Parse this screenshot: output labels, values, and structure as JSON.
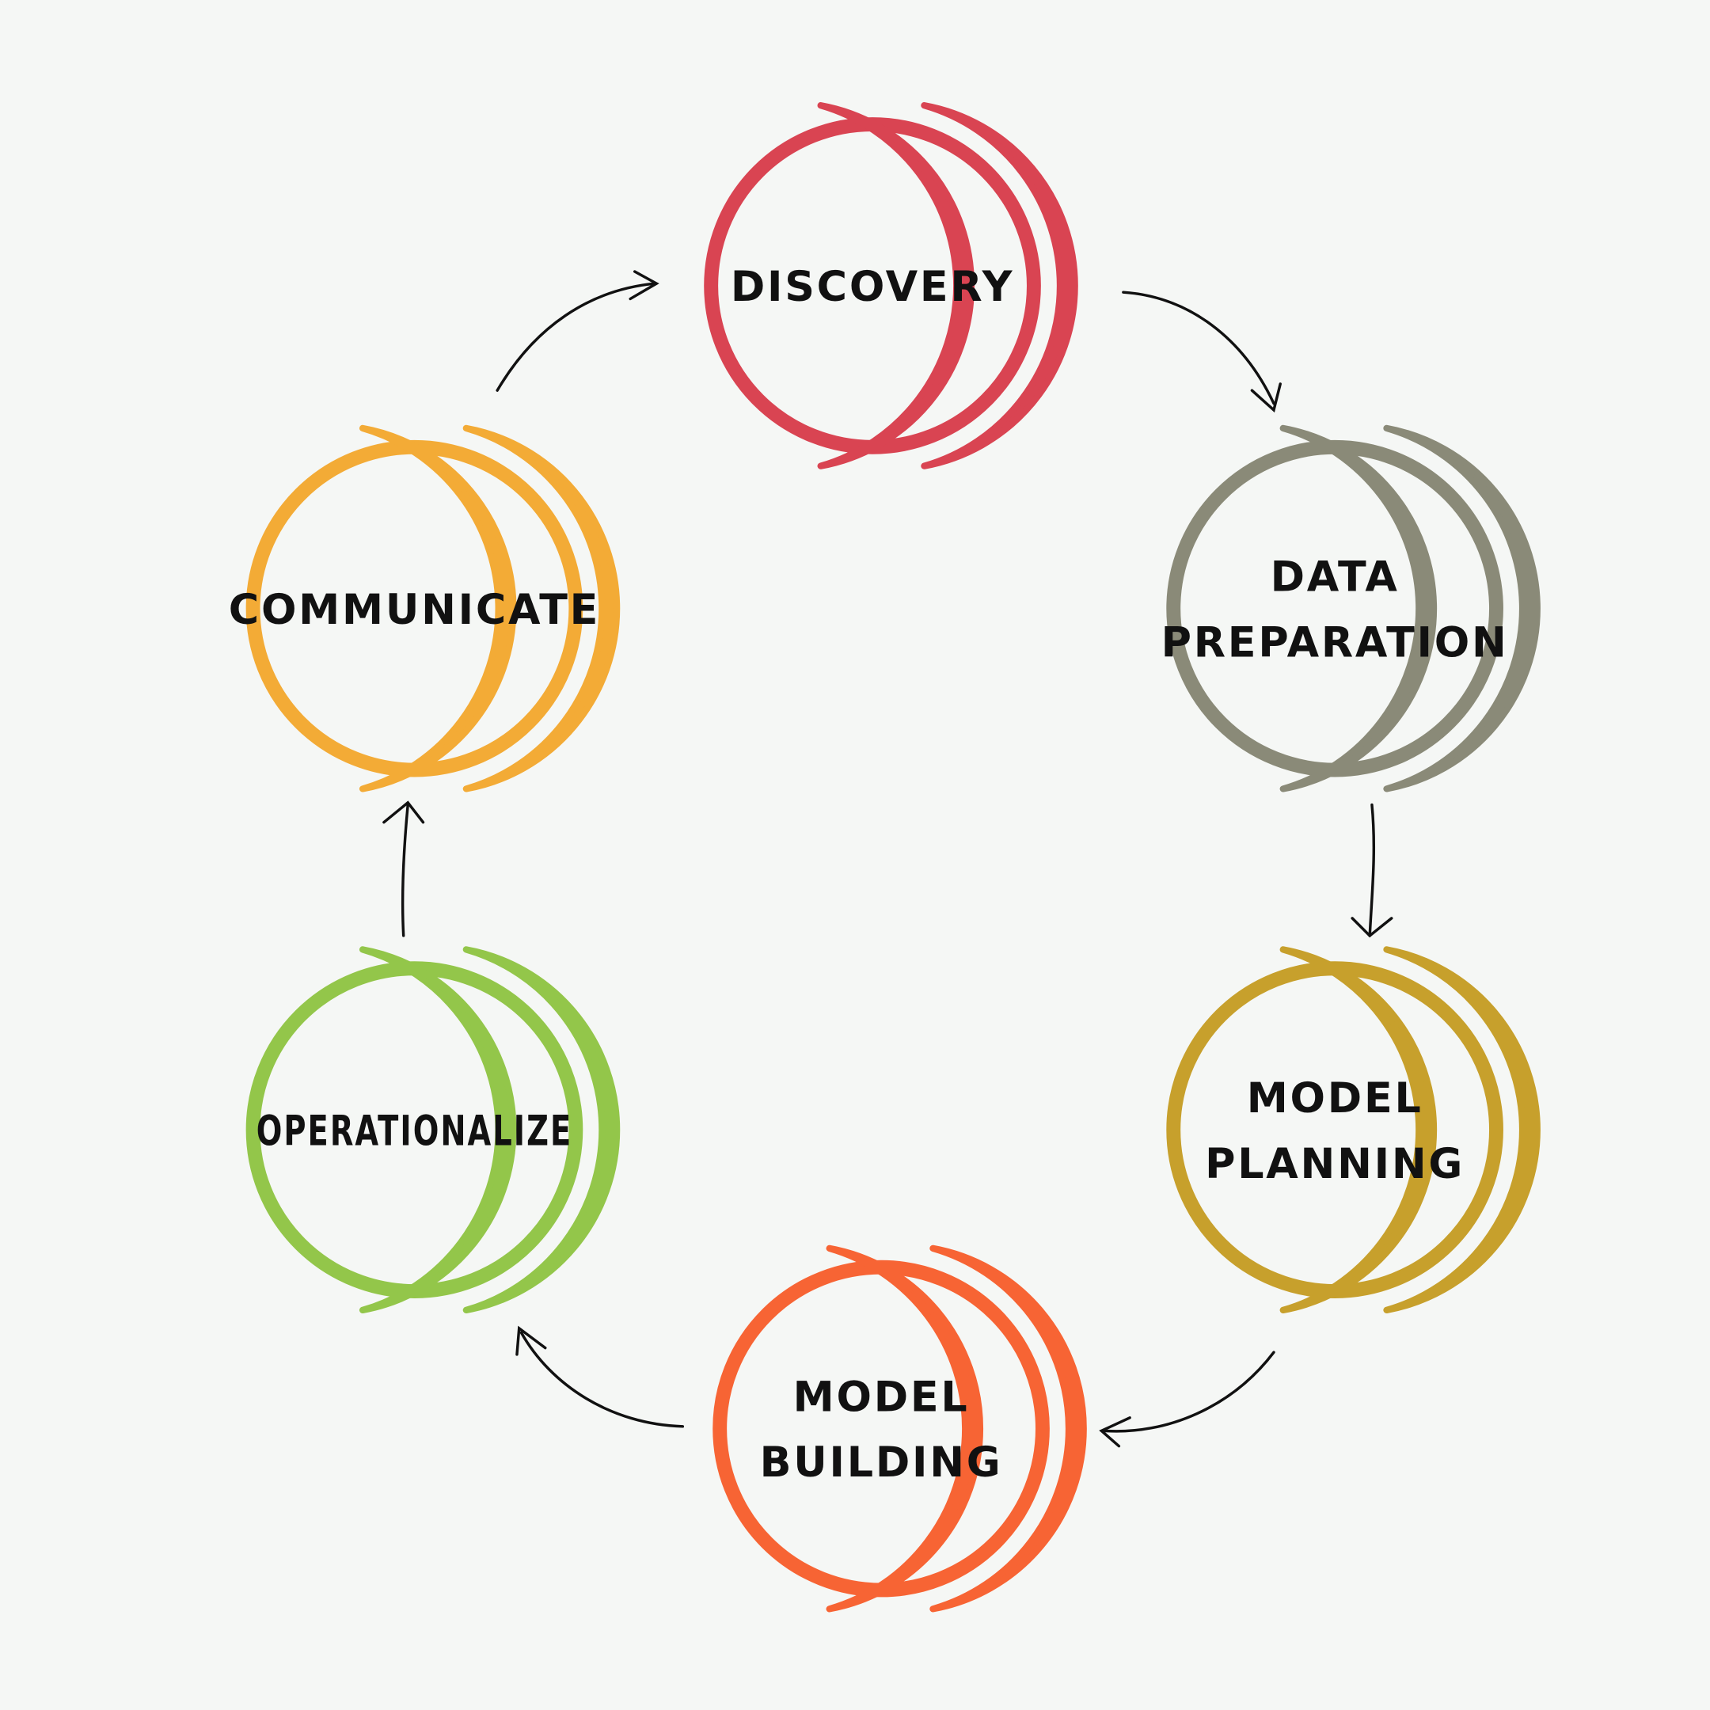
{
  "background": "#f5f7f5",
  "stages": [
    {
      "id": "discovery",
      "lines": [
        "DISCOVERY"
      ],
      "color": "#d94452"
    },
    {
      "id": "data-preparation",
      "lines": [
        "DATA",
        "PREPARATION"
      ],
      "color": "#8a8a78"
    },
    {
      "id": "model-planning",
      "lines": [
        "MODEL",
        "PLANNING"
      ],
      "color": "#c7a02c"
    },
    {
      "id": "model-building",
      "lines": [
        "MODEL",
        "BUILDING"
      ],
      "color": "#f76434"
    },
    {
      "id": "operationalize",
      "lines": [
        "OPERATIONALIZE"
      ],
      "color": "#93c64a"
    },
    {
      "id": "communicate",
      "lines": [
        "COMMUNICATE"
      ],
      "color": "#f3ab36"
    }
  ]
}
